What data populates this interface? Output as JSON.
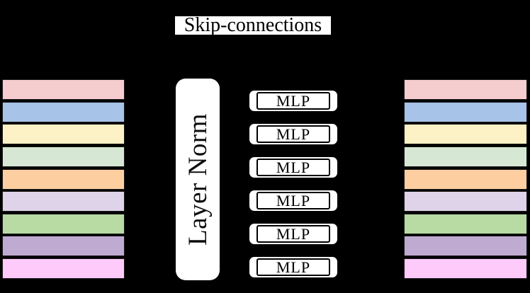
{
  "diagram": {
    "background": "#000000",
    "title": {
      "text": "Skip-connections",
      "bg": "#ffffff",
      "color": "#000000"
    },
    "layer_norm": {
      "label": "Layer Norm",
      "bg": "#ffffff",
      "color": "#0d0d0d"
    },
    "mlp": {
      "label": "MLP",
      "count": 6,
      "bg": "#ffffff",
      "border_color": "#000000",
      "color": "#000000"
    },
    "stacks": {
      "bar_border_color": "#1a1a1a",
      "bar_colors": [
        "#f5cdcf",
        "#a7c3e8",
        "#fdf2c5",
        "#d6e8d3",
        "#fdcfa0",
        "#ded3e9",
        "#b7dba3",
        "#bfaad2",
        "#fdcaf9"
      ]
    }
  }
}
